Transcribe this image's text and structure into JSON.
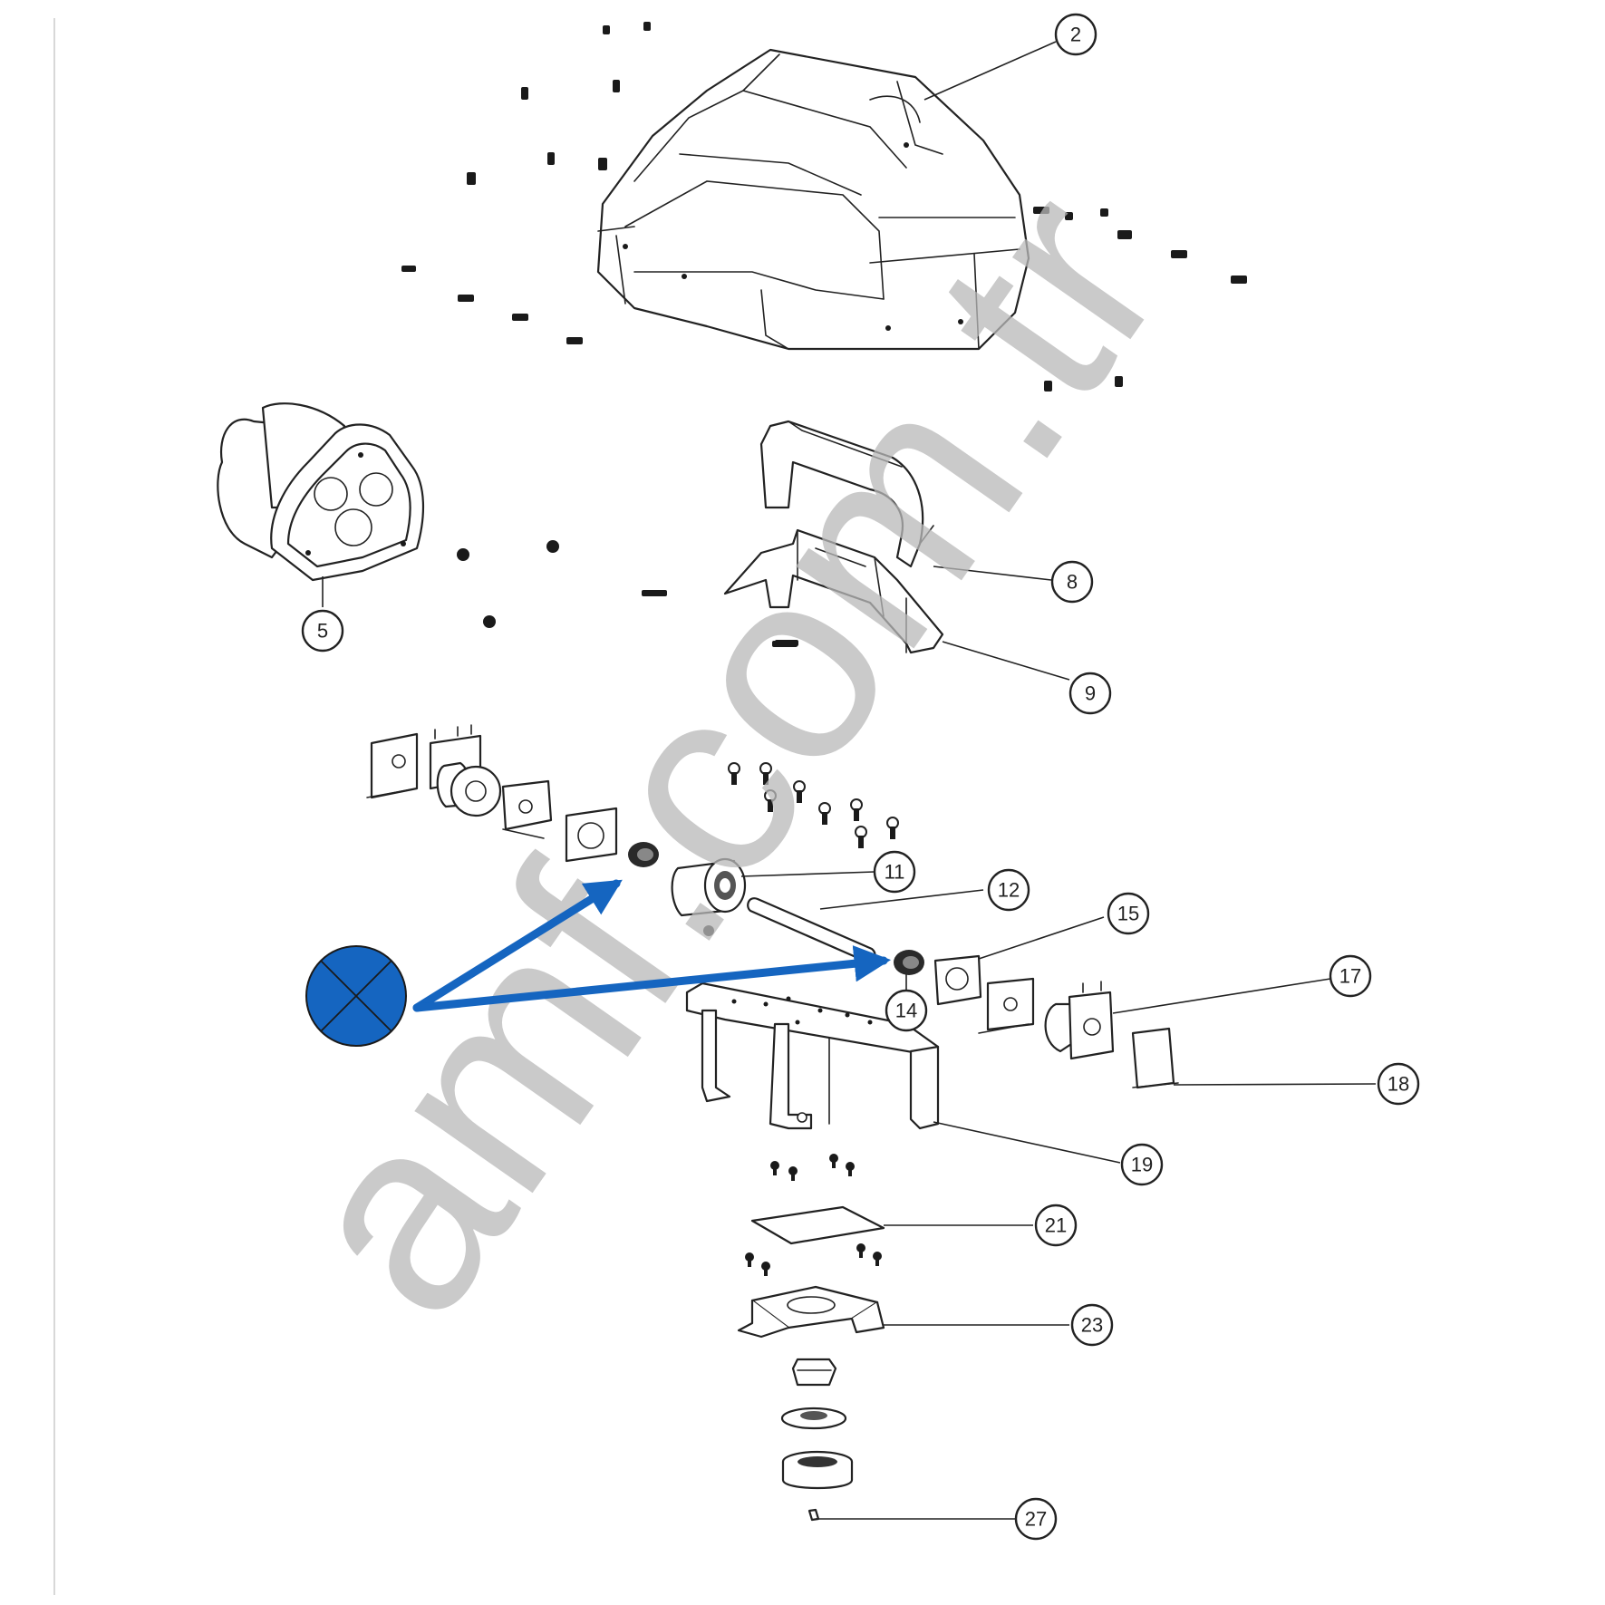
{
  "diagram": {
    "watermark": "amf.com.tr",
    "highlight_color": "#1565c0",
    "background_color": "#ffffff",
    "line_color": "#222222",
    "callouts": [
      "2",
      "5",
      "8",
      "9",
      "11",
      "12",
      "14",
      "15",
      "17",
      "18",
      "19",
      "21",
      "23",
      "27"
    ],
    "marker_icon": "circle-cross-icon"
  }
}
